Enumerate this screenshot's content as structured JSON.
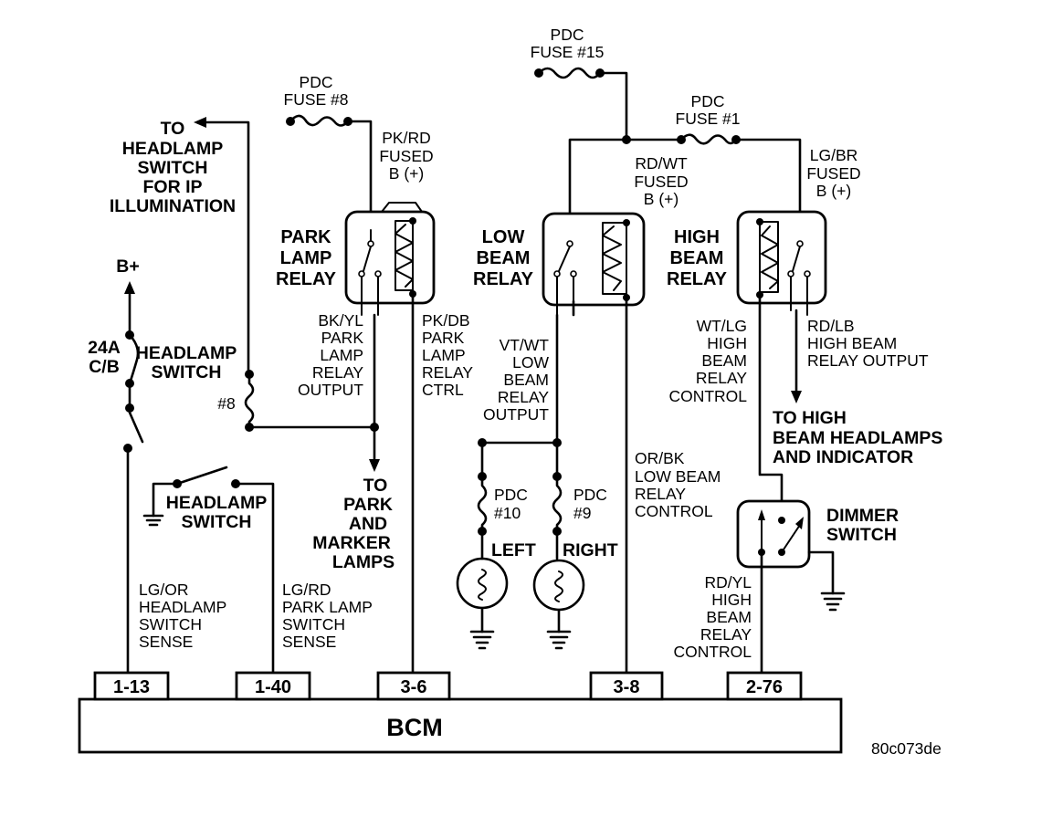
{
  "pdc_fuse_15": [
    "PDC",
    "FUSE #15"
  ],
  "pdc_fuse_8": [
    "PDC",
    "FUSE #8"
  ],
  "pdc_fuse_1": [
    "PDC",
    "FUSE #1"
  ],
  "to_headlamp_switch": [
    "TO",
    "HEADLAMP",
    "SWITCH",
    "FOR IP",
    "ILLUMINATION"
  ],
  "pk_rd_fused": [
    "PK/RD",
    "FUSED",
    "B (+)"
  ],
  "rd_wt_fused": [
    "RD/WT",
    "FUSED",
    "B (+)"
  ],
  "lg_br_fused": [
    "LG/BR",
    "FUSED",
    "B (+)"
  ],
  "park_lamp_relay": [
    "PARK",
    "LAMP",
    "RELAY"
  ],
  "low_beam_relay": [
    "LOW",
    "BEAM",
    "RELAY"
  ],
  "high_beam_relay": [
    "HIGH",
    "BEAM",
    "RELAY"
  ],
  "b_plus": "B+",
  "cb_24a": [
    "24A",
    "C/B"
  ],
  "headlamp_switch_top": [
    "HEADLAMP",
    "SWITCH"
  ],
  "headlamp_switch_low": [
    "HEADLAMP",
    "SWITCH"
  ],
  "splice_8": "#8",
  "bk_yl": [
    "BK/YL",
    "PARK",
    "LAMP",
    "RELAY",
    "OUTPUT"
  ],
  "pk_db": [
    "PK/DB",
    "PARK",
    "LAMP",
    "RELAY",
    "CTRL"
  ],
  "vt_wt": [
    "VT/WT",
    "LOW",
    "BEAM",
    "RELAY",
    "OUTPUT"
  ],
  "wt_lg": [
    "WT/LG",
    "HIGH",
    "BEAM",
    "RELAY",
    "CONTROL"
  ],
  "rd_lb": [
    "RD/LB",
    "HIGH BEAM",
    "RELAY OUTPUT"
  ],
  "to_high_beam": [
    "TO HIGH",
    "BEAM HEADLAMPS",
    "AND INDICATOR"
  ],
  "to_park": [
    "TO",
    "PARK",
    "AND",
    "MARKER",
    "LAMPS"
  ],
  "pdc_10": [
    "PDC",
    "#10"
  ],
  "pdc_9": [
    "PDC",
    "#9"
  ],
  "left": "LEFT",
  "right": "RIGHT",
  "or_bk": [
    "OR/BK",
    "LOW BEAM",
    "RELAY",
    "CONTROL"
  ],
  "dimmer_switch": [
    "DIMMER",
    "SWITCH"
  ],
  "rd_yl": [
    "RD/YL",
    "HIGH",
    "BEAM",
    "RELAY",
    "CONTROL"
  ],
  "lg_or": [
    "LG/OR",
    "HEADLAMP",
    "SWITCH",
    "SENSE"
  ],
  "lg_rd": [
    "LG/RD",
    "PARK LAMP",
    "SWITCH",
    "SENSE"
  ],
  "pins": [
    "1-13",
    "1-40",
    "3-6",
    "3-8",
    "2-76"
  ],
  "bcm": "BCM",
  "figure_id": "80c073de"
}
